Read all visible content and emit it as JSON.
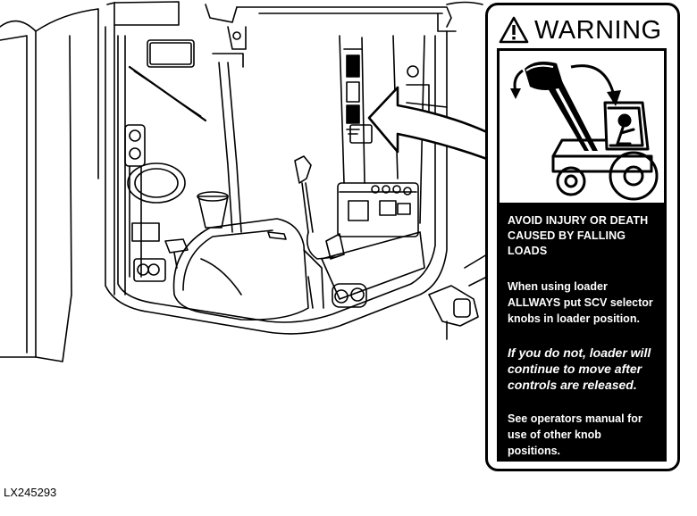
{
  "figure_id": "LX245293",
  "warning_label": {
    "signal_word": "WARNING",
    "alert_icon": "warning-triangle-icon",
    "pictogram": "falling-load-loader-icon",
    "hazard_statement": "AVOID INJURY OR DEATH\nCAUSED BY FALLING\nLOADS",
    "instruction": "When using loader\nALLWAYS put SCV selector\nknobs in loader position.",
    "consequence": "If you do not, loader will\ncontinue to move after\ncontrols are released.",
    "reference": "See operators manual for\nuse of other knob\npositions.",
    "colors": {
      "panel": "#000000",
      "text": "#ffffff",
      "border": "#000000"
    }
  },
  "illustration": {
    "subject": "tractor-cab-interior-line-drawing",
    "callout": "arrow-to-label-location-icon"
  }
}
